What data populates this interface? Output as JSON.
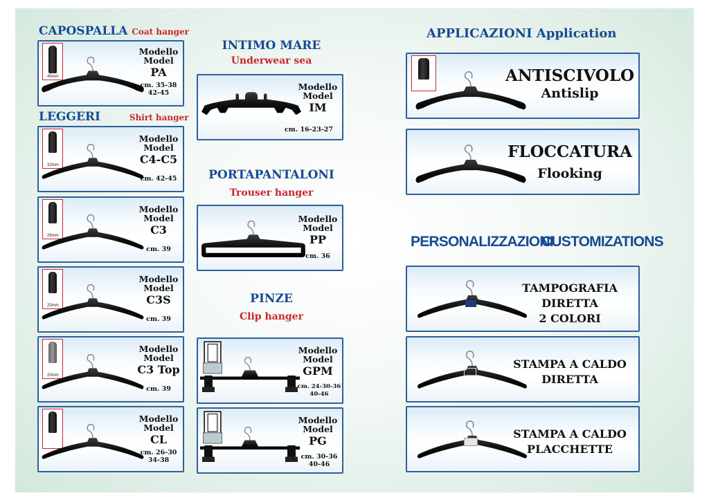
{
  "sections": {
    "capospalla": {
      "title": "CAPOSPALLA",
      "subtitle": "Coat hanger"
    },
    "leggeri": {
      "title": "LEGGERI",
      "subtitle": "Shirt hanger"
    },
    "intimo": {
      "title": "INTIMO MARE",
      "subtitle": "Underwear sea"
    },
    "portapantaloni": {
      "title": "PORTAPANTALONI",
      "subtitle": "Trouser hanger"
    },
    "pinze": {
      "title": "PINZE",
      "subtitle": "Clip hanger"
    },
    "applicazioni": {
      "title": "APPLICAZIONI Application"
    },
    "personalizzazioni": {
      "title": "PERSONALIZZAZIONI",
      "title_en": "CUSTOMIZATIONS"
    }
  },
  "model_label": {
    "it": "Modello",
    "en": "Model"
  },
  "models": {
    "pa": {
      "code": "PA",
      "cm1": "cm. 35-38",
      "cm2": "42-45",
      "inset_mm": "45mm"
    },
    "c4c5": {
      "code": "C4-C5",
      "cm1": "cm. 42-45",
      "inset_mm": "32mm"
    },
    "c3": {
      "code": "C3",
      "cm1": "cm. 39",
      "inset_mm": "26mm"
    },
    "c3s": {
      "code": "C3S",
      "cm1": "cm. 39",
      "inset_mm": "20mm"
    },
    "c3top": {
      "code": "C3 Top",
      "cm1": "cm. 39",
      "inset_mm": "20mm"
    },
    "cl": {
      "code": "CL",
      "cm1": "cm. 26-30",
      "cm2": "34-38"
    },
    "im": {
      "code": "IM",
      "cm1": "cm. 16-23-27"
    },
    "pp": {
      "code": "PP",
      "cm1": "cm. 36"
    },
    "gpm": {
      "code": "GPM",
      "cm1": "cm. 24-30-36",
      "cm2": "40-46"
    },
    "pg": {
      "code": "PG",
      "cm1": "cm. 30-36",
      "cm2": "40-46"
    }
  },
  "applications": {
    "antiscivolo": {
      "it": "ANTISCIVOLO",
      "en": "Antislip"
    },
    "floccatura": {
      "it": "FLOCCATURA",
      "en": "Flooking"
    }
  },
  "customizations": {
    "tampografia": {
      "l1": "TAMPOGRAFIA",
      "l2": "DIRETTA",
      "l3": "2 COLORI"
    },
    "stampa_diretta": {
      "l1": "STAMPA A CALDO",
      "l2": "DIRETTA"
    },
    "stampa_placchette": {
      "l1": "STAMPA A CALDO",
      "l2": "PLACCHETTE"
    }
  },
  "colors": {
    "section_blue": "#164a93",
    "section_red": "#c8252b",
    "card_border": "#2d5f9b",
    "hanger": "#141414"
  },
  "icons": {
    "hanger": "coat-hanger-icon",
    "clip": "trouser-clip-icon",
    "inset": "hanger-profile-inset-icon"
  }
}
